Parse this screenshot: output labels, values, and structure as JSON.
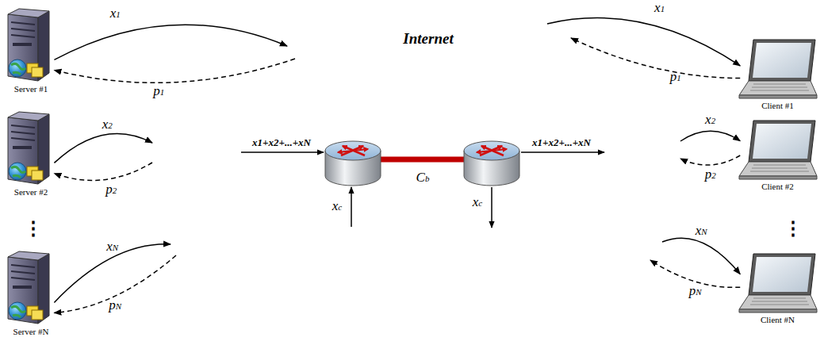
{
  "diagram": {
    "nodes": [
      {
        "text": [
          "Internet"
        ]
      },
      {
        "text": [
          "Server #1"
        ]
      },
      {
        "text": [
          "Server #2"
        ]
      },
      {
        "text": [
          "Server #N"
        ]
      },
      {
        "text": [
          "Client #1"
        ]
      },
      {
        "text": [
          "Client #2"
        ]
      },
      {
        "text": [
          "Client #N"
        ]
      }
    ],
    "edges": [
      {
        "from": 1,
        "to": 0,
        "arrow": "to",
        "label": "x1"
      },
      {
        "from": 0,
        "to": 1,
        "arrow": "to",
        "label": "p1"
      },
      {
        "from": 2,
        "to": 0,
        "arrow": "to",
        "label": "x2"
      },
      {
        "from": 0,
        "to": 2,
        "arrow": "to",
        "label": "p2"
      },
      {
        "from": 3,
        "to": 0,
        "arrow": "to",
        "label": "xN"
      },
      {
        "from": 0,
        "to": 3,
        "arrow": "to",
        "label": "pN"
      },
      {
        "from": 0,
        "to": 4,
        "arrow": "to",
        "label": "x1"
      },
      {
        "from": 4,
        "to": 0,
        "arrow": "to",
        "label": "p1"
      },
      {
        "from": 0,
        "to": 5,
        "arrow": "to",
        "label": "x2"
      },
      {
        "from": 5,
        "to": 0,
        "arrow": "to",
        "label": "p2"
      },
      {
        "from": 0,
        "to": 6,
        "arrow": "to",
        "label": "xN"
      },
      {
        "from": 6,
        "to": 0,
        "arrow": "to",
        "label": "pN"
      }
    ],
    "labels": [
      "x1+x2+...+xN",
      "x1+x2+...+xN",
      "Cb",
      "xc",
      "xc",
      "⋮",
      "⋮"
    ]
  }
}
